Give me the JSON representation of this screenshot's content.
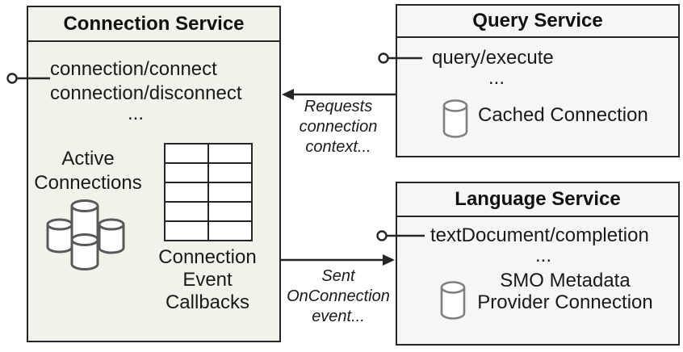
{
  "connection_service": {
    "title": "Connection Service",
    "methods": [
      "connection/connect",
      "connection/disconnect"
    ],
    "ellipsis": "...",
    "active_connections": [
      "Active",
      "Connections"
    ],
    "callbacks_caption": [
      "Connection",
      "Event",
      "Callbacks"
    ]
  },
  "query_service": {
    "title": "Query Service",
    "methods": [
      "query/execute"
    ],
    "ellipsis": "...",
    "cached_connection_label": "Cached Connection"
  },
  "language_service": {
    "title": "Language Service",
    "methods": [
      "textDocument/completion"
    ],
    "ellipsis": "...",
    "smo_label": [
      "SMO Metadata",
      "Provider Connection"
    ]
  },
  "arrows": {
    "requests_label": [
      "Requests",
      "connection",
      "context..."
    ],
    "sent_label": [
      "Sent",
      "OnConnection",
      "event..."
    ]
  },
  "colors": {
    "connection_fill": "#f0f3ea",
    "service_fill": "#f6f6f7",
    "border": "#262626",
    "text": "#1a1a1a",
    "cluster_stroke": "#595959",
    "cylinder_stroke": "#7f7f7f"
  }
}
